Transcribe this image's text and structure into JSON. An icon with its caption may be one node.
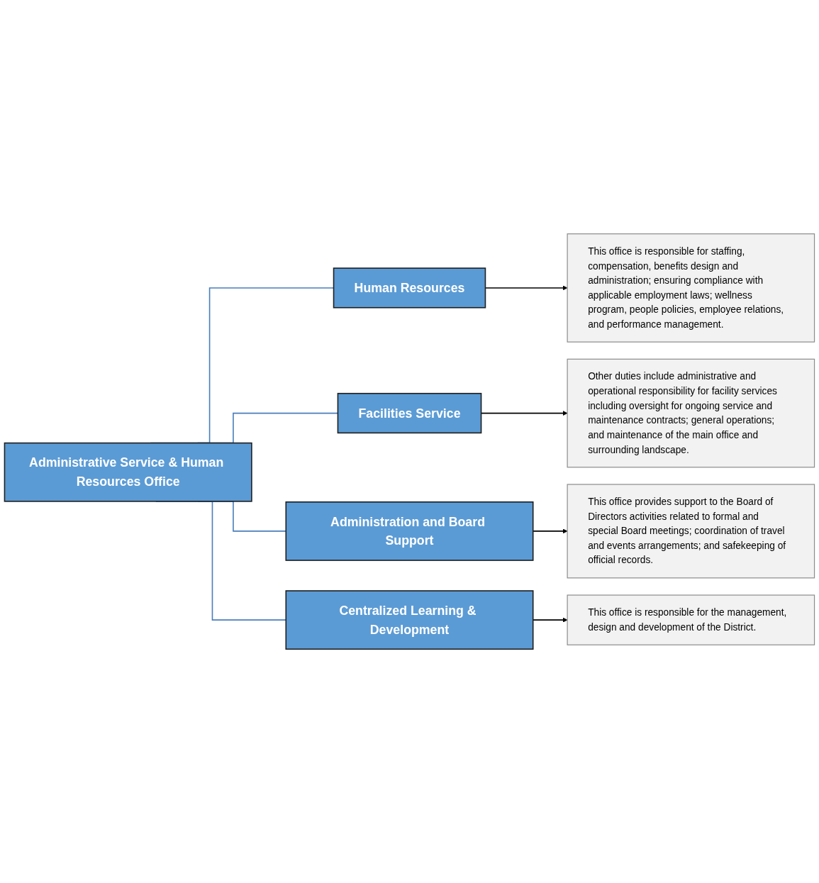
{
  "diagram": {
    "nodes": [
      {
        "text": [
          "Administrative Service & Human Resources Office"
        ]
      },
      {
        "text": [
          "Human Resources"
        ]
      },
      {
        "text": [
          "Facilities Service"
        ]
      },
      {
        "text": [
          "Administration and Board Support"
        ]
      },
      {
        "text": [
          "Centralized Learning & Development"
        ]
      },
      {
        "text": [
          "This office is responsible for staffing, compensation, benefits design and administration; ensuring compliance with applicable employment laws; wellness program, people policies, employee relations, and performance management."
        ]
      },
      {
        "text": [
          "Other duties include administrative and operational responsibility for facility services including oversight for ongoing service and maintenance contracts; general operations; and maintenance of the main office and surrounding landscape."
        ]
      },
      {
        "text": [
          "This office provides support to the Board of Directors activities related to formal and special Board meetings; coordination of travel and events arrangements; and safekeeping of official records."
        ]
      },
      {
        "text": [
          "This office is responsible for the management, design and development of the District."
        ]
      }
    ],
    "edges": [
      {
        "from": 0,
        "to": 1,
        "arrow": "none",
        "color": "#4a7ebb"
      },
      {
        "from": 0,
        "to": 2,
        "arrow": "none",
        "color": "#4a7ebb"
      },
      {
        "from": 0,
        "to": 3,
        "arrow": "none",
        "color": "#4a7ebb"
      },
      {
        "from": 0,
        "to": 4,
        "arrow": "none",
        "color": "#4a7ebb"
      },
      {
        "from": 1,
        "to": 5,
        "arrow": "to",
        "color": "#000000"
      },
      {
        "from": 2,
        "to": 6,
        "arrow": "to",
        "color": "#000000"
      },
      {
        "from": 3,
        "to": 7,
        "arrow": "to",
        "color": "#000000"
      },
      {
        "from": 4,
        "to": 8,
        "arrow": "to",
        "color": "#000000"
      }
    ]
  }
}
